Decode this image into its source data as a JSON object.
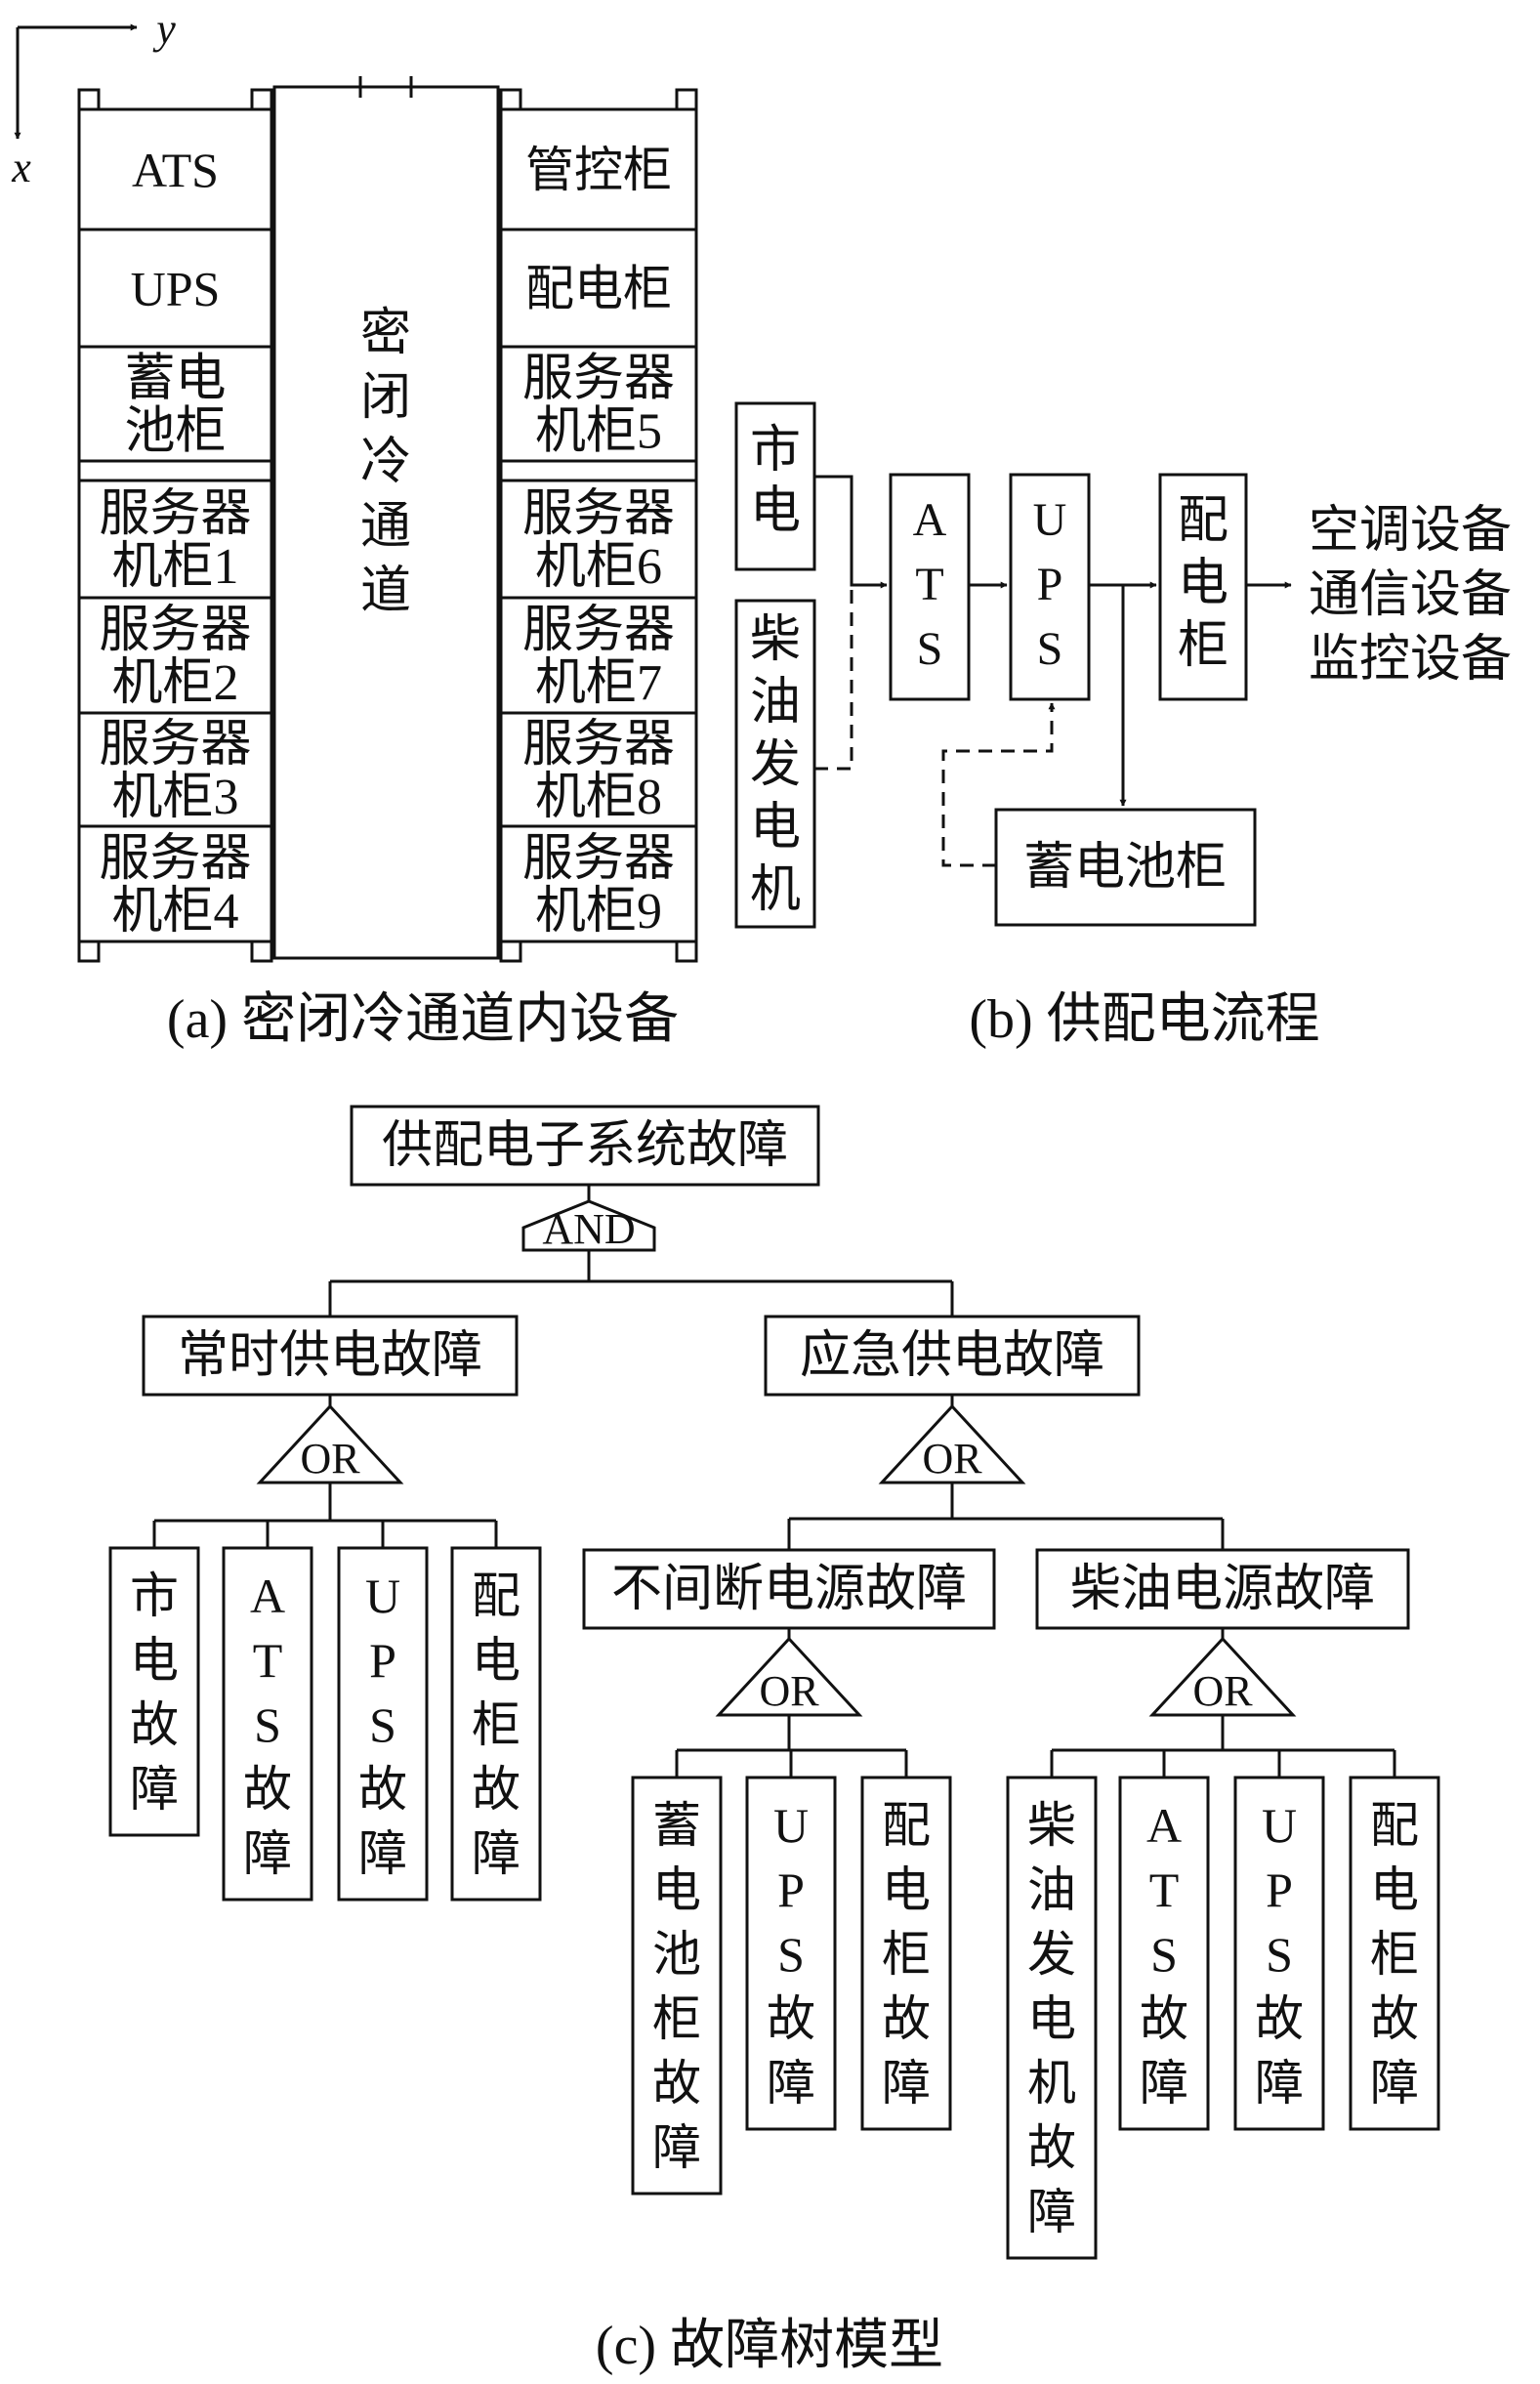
{
  "axes": {
    "y_label": "y",
    "x_label": "x"
  },
  "panel_a": {
    "caption": "(a) 密闭冷通道内设备",
    "channel": "密闭冷通道",
    "left_column": [
      {
        "lines": [
          "ATS"
        ]
      },
      {
        "lines": [
          "UPS"
        ]
      },
      {
        "lines": [
          "蓄电",
          "池柜"
        ]
      },
      {
        "lines": [
          "服务器",
          "机柜1"
        ]
      },
      {
        "lines": [
          "服务器",
          "机柜2"
        ]
      },
      {
        "lines": [
          "服务器",
          "机柜3"
        ]
      },
      {
        "lines": [
          "服务器",
          "机柜4"
        ]
      }
    ],
    "right_column": [
      {
        "lines": [
          "管控柜"
        ]
      },
      {
        "lines": [
          "配电柜"
        ]
      },
      {
        "lines": [
          "服务器",
          "机柜5"
        ]
      },
      {
        "lines": [
          "服务器",
          "机柜6"
        ]
      },
      {
        "lines": [
          "服务器",
          "机柜7"
        ]
      },
      {
        "lines": [
          "服务器",
          "机柜8"
        ]
      },
      {
        "lines": [
          "服务器",
          "机柜9"
        ]
      }
    ]
  },
  "panel_b": {
    "caption": "(b) 供配电流程",
    "mains": "市电",
    "diesel": "柴油发电机",
    "ats": "ATS",
    "ups": "UPS",
    "pdu": "配电柜",
    "battery": "蓄电池柜",
    "loads": [
      "空调设备",
      "通信设备",
      "监控设备"
    ]
  },
  "panel_c": {
    "caption": "(c) 故障树模型",
    "top_event": "供配电子系统故障",
    "top_gate": "AND",
    "normal": {
      "label": "常时供电故障",
      "gate": "OR",
      "leaves": [
        "市电故障",
        "ATS故障",
        "UPS故障",
        "配电柜故障"
      ]
    },
    "emergency": {
      "label": "应急供电故障",
      "gate": "OR",
      "ups_branch": {
        "label": "不间断电源故障",
        "gate": "OR",
        "leaves": [
          "蓄电池柜故障",
          "UPS故障",
          "配电柜故障"
        ]
      },
      "diesel_branch": {
        "label": "柴油电源故障",
        "gate": "OR",
        "leaves": [
          "柴油发电机故障",
          "ATS故障",
          "UPS故障",
          "配电柜故障"
        ]
      }
    }
  }
}
